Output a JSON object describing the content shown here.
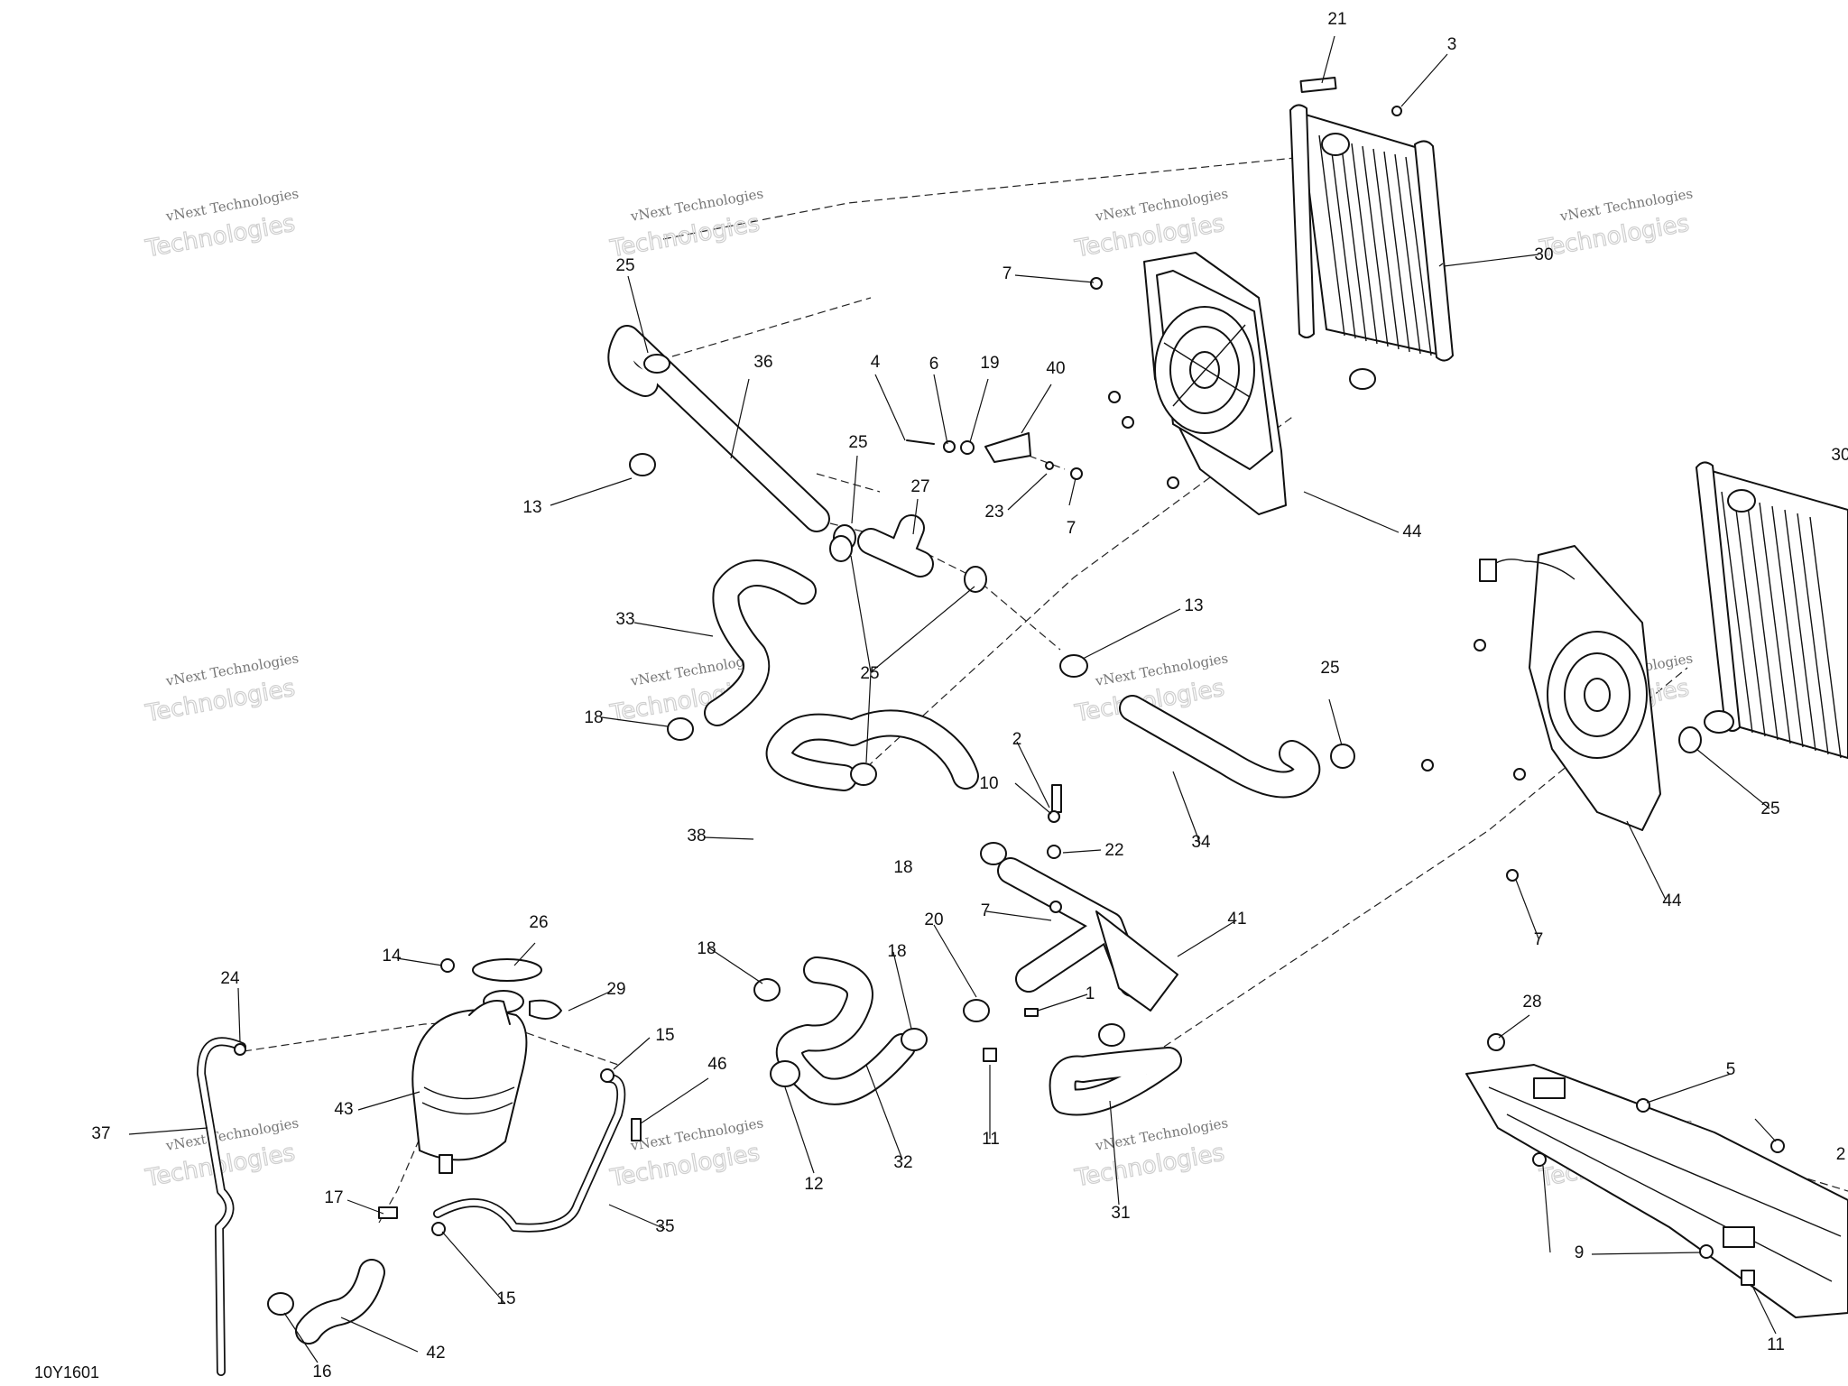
{
  "figure_id": "10Y1601",
  "watermark": {
    "line1": "vNext Technologies",
    "line2": "Technologies"
  },
  "callouts": [
    "1",
    "2",
    "3",
    "4",
    "5",
    "6",
    "7",
    "9",
    "10",
    "11",
    "12",
    "13",
    "14",
    "15",
    "16",
    "17",
    "18",
    "19",
    "20",
    "21",
    "22",
    "23",
    "24",
    "25",
    "26",
    "27",
    "28",
    "29",
    "30",
    "31",
    "32",
    "33",
    "34",
    "35",
    "36",
    "37",
    "38",
    "40",
    "41",
    "42",
    "43",
    "44",
    "46"
  ]
}
